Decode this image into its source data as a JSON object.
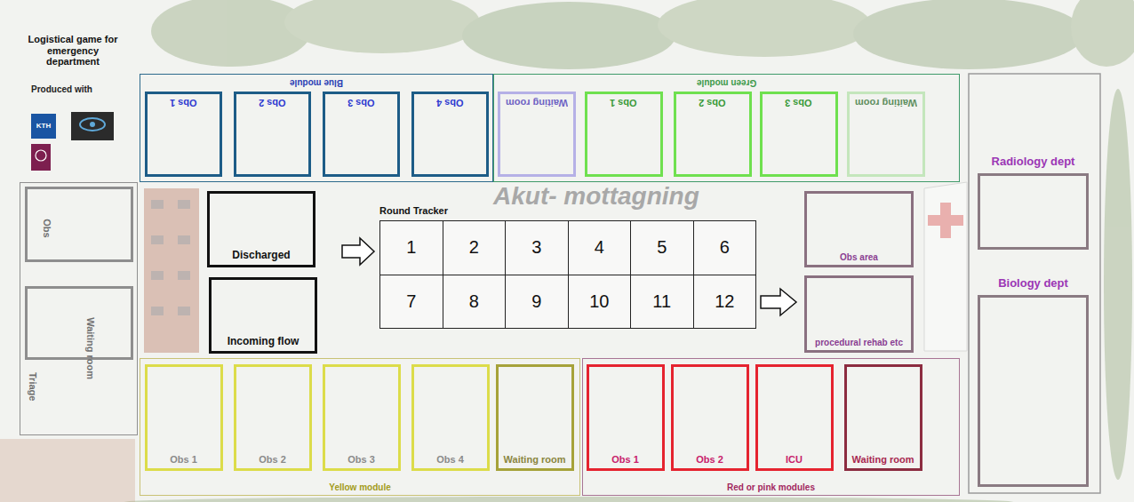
{
  "diagram": {
    "title": "Logistical game for emergency department",
    "nodes": [
      {
        "text": [
          "Blue module"
        ]
      },
      {
        "text": [
          "Obs 1"
        ],
        "in": 0
      },
      {
        "text": [
          "Obs 2"
        ],
        "in": 0
      },
      {
        "text": [
          "Obs 3"
        ],
        "in": 0
      },
      {
        "text": [
          "Obs 4"
        ],
        "in": 0
      },
      {
        "text": [
          "Green module"
        ]
      },
      {
        "text": [
          "Waiting room"
        ],
        "in": 5
      },
      {
        "text": [
          "Obs 1"
        ],
        "in": 5
      },
      {
        "text": [
          "Obs 2"
        ],
        "in": 5
      },
      {
        "text": [
          "Obs 3"
        ],
        "in": 5
      },
      {
        "text": [
          "Waiting room"
        ],
        "in": 5
      },
      {
        "text": [
          "Triage"
        ]
      },
      {
        "text": [
          "Obs"
        ],
        "in": 11
      },
      {
        "text": [
          "Waiting room"
        ],
        "in": 11
      },
      {
        "text": [
          "Discharged"
        ]
      },
      {
        "text": [
          "Incoming flow"
        ]
      },
      {
        "text": [
          "Obs area"
        ]
      },
      {
        "text": [
          "procedural rehab etc"
        ]
      },
      {
        "text": [
          "Radiology dept"
        ]
      },
      {
        "text": [
          "Biology dept"
        ]
      },
      {
        "text": [
          "Yellow module"
        ]
      },
      {
        "text": [
          "Obs 1"
        ],
        "in": 20
      },
      {
        "text": [
          "Obs 2"
        ],
        "in": 20
      },
      {
        "text": [
          "Obs 3"
        ],
        "in": 20
      },
      {
        "text": [
          "Obs 4"
        ],
        "in": 20
      },
      {
        "text": [
          "Waiting room"
        ],
        "in": 20
      },
      {
        "text": [
          "Red or pink modules"
        ]
      },
      {
        "text": [
          "Obs 1"
        ],
        "in": 26
      },
      {
        "text": [
          "Obs 2"
        ],
        "in": 26
      },
      {
        "text": [
          "ICU"
        ],
        "in": 26
      },
      {
        "text": [
          "Waiting room"
        ],
        "in": 26
      }
    ],
    "labels": [
      "Produced with",
      "KTH",
      "Round Tracker",
      "1",
      "2",
      "3",
      "4",
      "5",
      "6",
      "7",
      "8",
      "9",
      "10",
      "11",
      "12",
      "Akut- mottagning"
    ]
  }
}
